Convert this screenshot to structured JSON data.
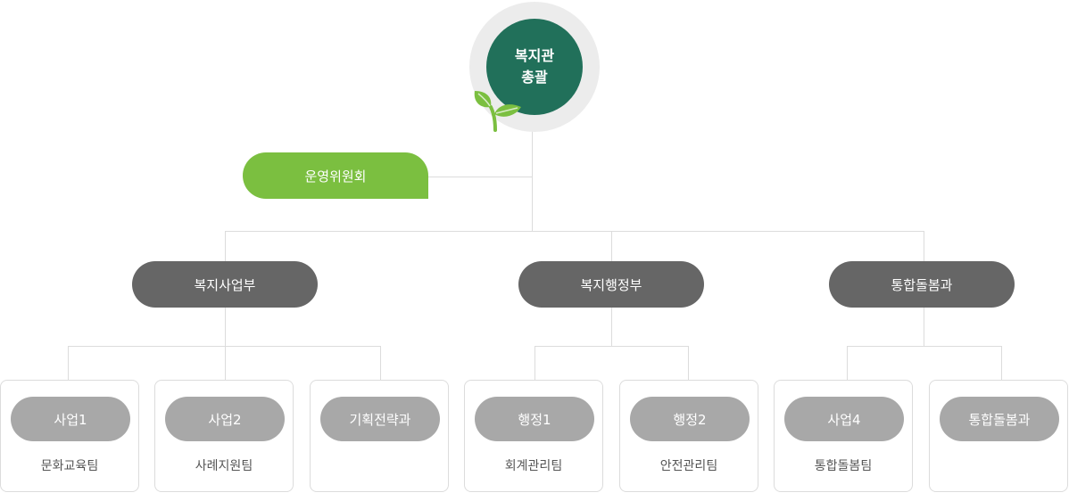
{
  "top": {
    "line1": "복지관",
    "line2": "총괄"
  },
  "committee": "운영위원회",
  "departments": [
    {
      "label": "복지사업부"
    },
    {
      "label": "복지행정부"
    },
    {
      "label": "통합돌봄과"
    }
  ],
  "units": [
    {
      "label": "사업1",
      "team": "문화교육팀"
    },
    {
      "label": "사업2",
      "team": "사례지원팀"
    },
    {
      "label": "기획전략과",
      "team": ""
    },
    {
      "label": "행정1",
      "team": "회계관리팀"
    },
    {
      "label": "행정2",
      "team": "안전관리팀"
    },
    {
      "label": "사업4",
      "team": "통합돌봄팀"
    },
    {
      "label": "통합돌봄과",
      "team": ""
    }
  ],
  "colors": {
    "top_circle": "#21705a",
    "committee": "#7bbf40",
    "department": "#666666",
    "unit": "#a8a8a8",
    "connector": "#dcdcdc"
  }
}
